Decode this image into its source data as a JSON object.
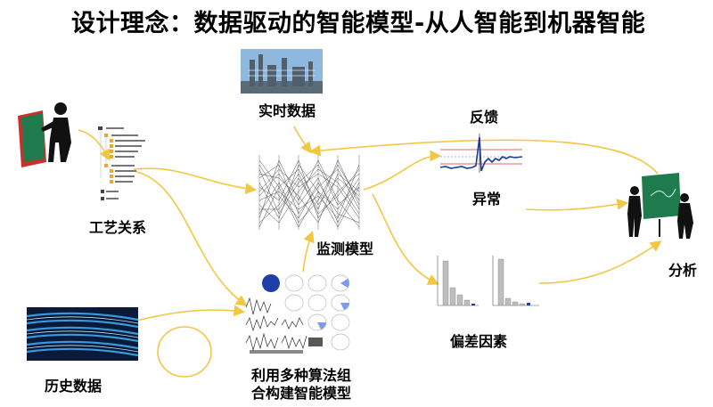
{
  "title": "设计理念：数据驱动的智能模型-从人智能到机器智能",
  "nodes": {
    "process_relation": "工艺关系",
    "realtime_data": "实时数据",
    "monitor_model": "监测模型",
    "feedback": "反馈",
    "anomaly": "异常",
    "analysis": "分析",
    "history_data": "历史数据",
    "deviation_factors": "偏差因素",
    "algorithm_line1": "利用多种算法组",
    "algorithm_line2": "合构建智能模型"
  },
  "colors": {
    "arrow": "#f2c744",
    "board_green": "#1f7a4d",
    "pie_blue": "#1f3fa8",
    "trace_blue": "#1a3d8f",
    "limit_red": "#d33",
    "history_blue": "#3fa9e8"
  }
}
